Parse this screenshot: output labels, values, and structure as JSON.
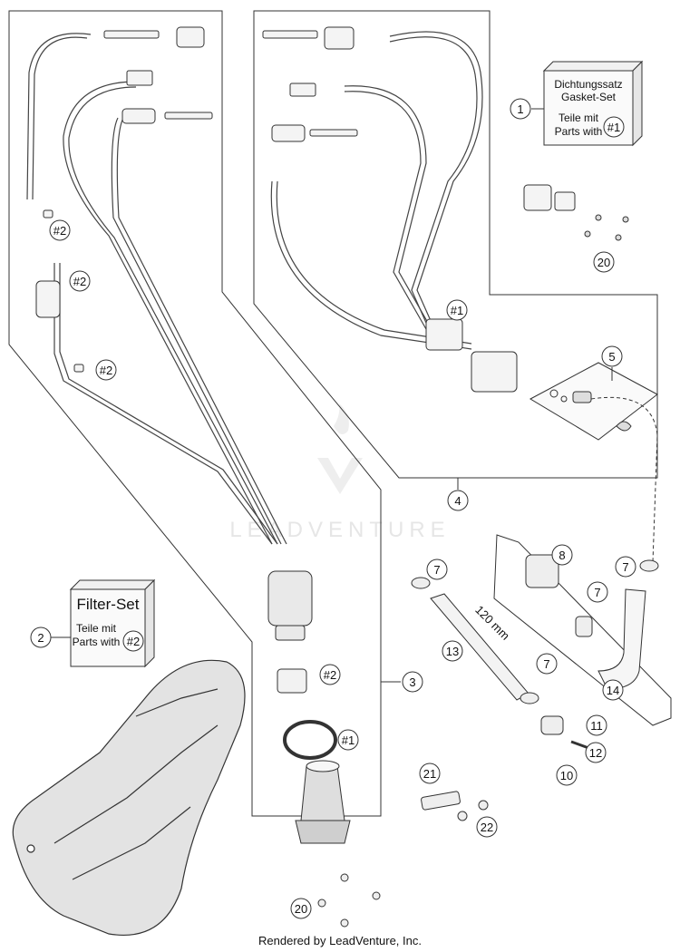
{
  "watermark": "LEADVENTURE",
  "footer": "Rendered by LeadVenture, Inc.",
  "gasket_box": {
    "line1": "Dichtungssatz",
    "line2": "Gasket-Set",
    "line3": "Teile mit",
    "line4": "Parts with",
    "ref": "#1"
  },
  "filter_box": {
    "title": "Filter-Set",
    "line1": "Teile mit",
    "line2": "Parts with",
    "ref": "#2"
  },
  "hose_length": "120 mm",
  "callouts": {
    "c1": "1",
    "c2": "2",
    "c3": "3",
    "c4": "4",
    "c5": "5",
    "c7a": "7",
    "c7b": "7",
    "c7c": "7",
    "c7d": "7",
    "c8": "8",
    "c10": "10",
    "c11": "11",
    "c12": "12",
    "c13": "13",
    "c14": "14",
    "c20a": "20",
    "c20b": "20",
    "c21": "21",
    "c22": "22",
    "r2a": "#2",
    "r2b": "#2",
    "r2c": "#2",
    "r2d": "#2",
    "r1a": "#1",
    "r1b": "#1"
  }
}
